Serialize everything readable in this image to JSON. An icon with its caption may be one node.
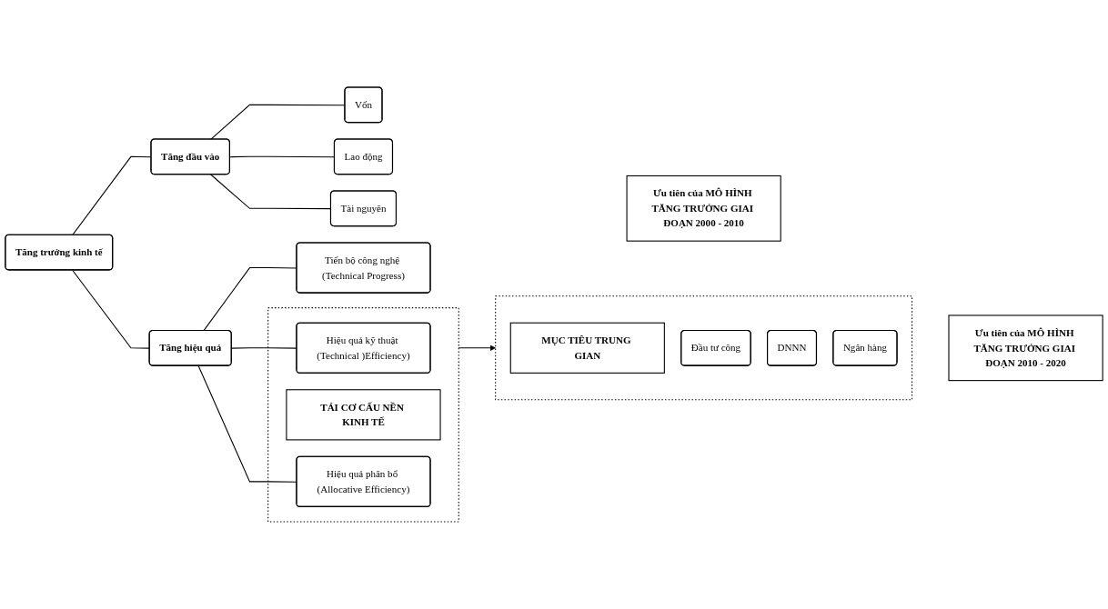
{
  "diagram": {
    "nodes": [
      {
        "text": [
          "Tăng trưởng kinh tế"
        ]
      },
      {
        "text": [
          "Tăng đầu vào"
        ]
      },
      {
        "text": [
          "Vốn"
        ]
      },
      {
        "text": [
          "Lao động"
        ]
      },
      {
        "text": [
          "Tài nguyên"
        ]
      },
      {
        "text": [
          "Ưu tiên của MÔ HÌNH TĂNG TRƯỞNG GIAI ĐOẠN 2000 - 2010"
        ]
      },
      {
        "text": [
          "Tăng hiệu quả"
        ]
      },
      {
        "text": [
          "Tiến bộ công nghệ (Technical Progress)"
        ]
      },
      {
        "text": [],
        "shape": "box"
      },
      {
        "text": [
          "Hiệu quả kỹ thuật (Technical )Efficiency)"
        ],
        "in": 8
      },
      {
        "text": [
          "TÁI CƠ CẤU NỀN KINH TẾ"
        ],
        "in": 8
      },
      {
        "text": [
          "Hiệu quả phân bổ (Allocative Efficiency)"
        ],
        "in": 8
      },
      {
        "text": [],
        "shape": "box"
      },
      {
        "text": [
          "MỤC TIÊU TRUNG GIAN"
        ],
        "in": 12
      },
      {
        "text": [
          "Đầu tư công"
        ],
        "in": 12
      },
      {
        "text": [
          "DNNN"
        ],
        "in": 12
      },
      {
        "text": [
          "Ngân hàng"
        ],
        "in": 12
      },
      {
        "text": [
          "Ưu tiên của MÔ HÌNH TĂNG TRƯỞNG GIAI ĐOẠN 2010 - 2020"
        ]
      }
    ],
    "edges": [
      {
        "from": 0,
        "to": 1,
        "arrow": "none"
      },
      {
        "from": 0,
        "to": 6,
        "arrow": "none"
      },
      {
        "from": 1,
        "to": 2,
        "arrow": "none"
      },
      {
        "from": 1,
        "to": 3,
        "arrow": "none"
      },
      {
        "from": 1,
        "to": 4,
        "arrow": "none"
      },
      {
        "from": 6,
        "to": 7,
        "arrow": "none"
      },
      {
        "from": 6,
        "to": 9,
        "arrow": "none"
      },
      {
        "from": 6,
        "to": 11,
        "arrow": "none"
      },
      {
        "from": 8,
        "to": 12,
        "arrow": "to"
      }
    ]
  }
}
